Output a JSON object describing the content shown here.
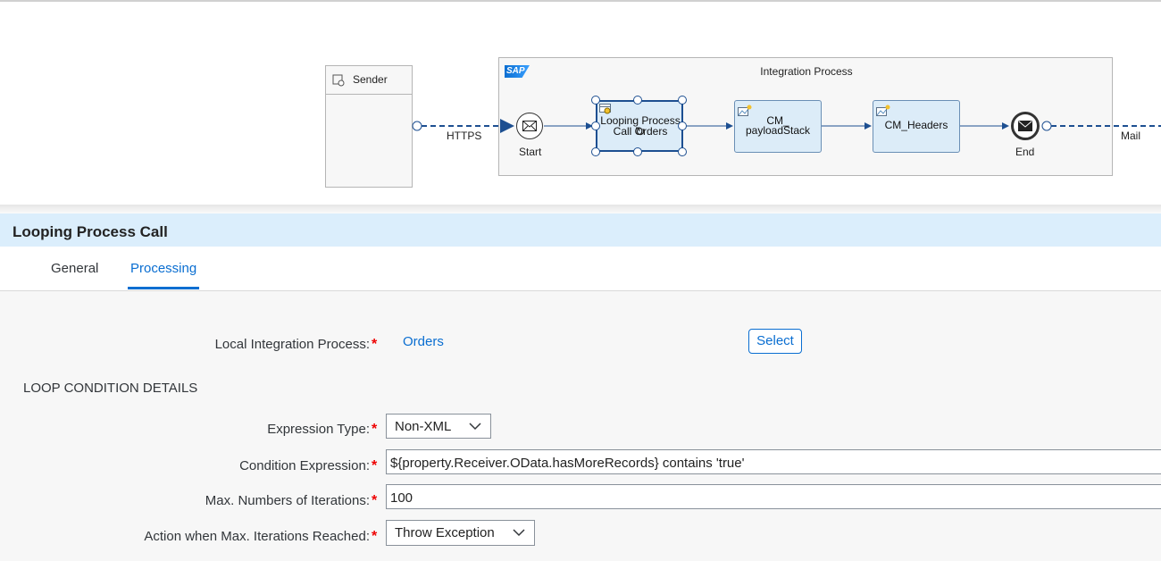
{
  "diagram": {
    "sender_label": "Sender",
    "integration_process_label": "Integration Process",
    "sap_logo": "SAP",
    "https_label": "HTTPS",
    "mail_label": "Mail",
    "start_label": "Start",
    "end_label": "End",
    "step1_label": "Looping Process Call Orders",
    "step2_label_line1": "CM_",
    "step2_label_line2": "payloadStack",
    "step3_label": "CM_Headers"
  },
  "properties": {
    "title": "Looping Process Call",
    "tabs": [
      {
        "label": "General",
        "active": false
      },
      {
        "label": "Processing",
        "active": true
      }
    ],
    "local_integration_process_label": "Local Integration Process:",
    "local_integration_process_value": "Orders",
    "select_button": "Select",
    "section_heading": "LOOP CONDITION DETAILS",
    "expression_type_label": "Expression Type:",
    "expression_type_value": "Non-XML",
    "condition_expression_label": "Condition Expression:",
    "condition_expression_value": "${property.Receiver.OData.hasMoreRecords} contains 'true'",
    "max_iterations_label": "Max. Numbers of Iterations:",
    "max_iterations_value": "100",
    "action_label": "Action when Max. Iterations Reached:",
    "action_value": "Throw Exception",
    "required_mark": "*"
  },
  "colors": {
    "accent": "#0a6ed1",
    "title_bar": "#dbeefc",
    "task_fill": "#dcecf8",
    "required": "#e00000"
  }
}
